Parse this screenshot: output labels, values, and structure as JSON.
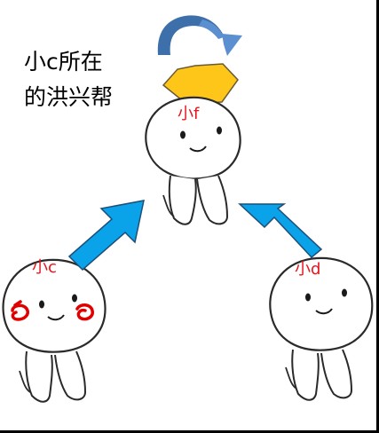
{
  "caption": {
    "line1": "小c所在",
    "line2": "的洪兴帮"
  },
  "characters": {
    "f": {
      "label": "小f"
    },
    "c": {
      "label": "小c"
    },
    "d": {
      "label": "小d"
    }
  },
  "colors": {
    "label_text": "#e8141c",
    "arrow_blue": "#0aa2e8",
    "arrow_outline": "#1c4f7a",
    "crown_fill": "#ffc61a",
    "crown_outline": "#6a5a32",
    "curved_arrow_light": "#5b8fd0",
    "curved_arrow_dark": "#3d6fab",
    "blush_red": "#e00000"
  },
  "icons": {
    "crown": "pentagon-crown-icon",
    "curved_arrow": "clockwise-curved-arrow-icon",
    "arrow_left": "up-right-arrow-icon",
    "arrow_right": "up-left-arrow-icon"
  }
}
